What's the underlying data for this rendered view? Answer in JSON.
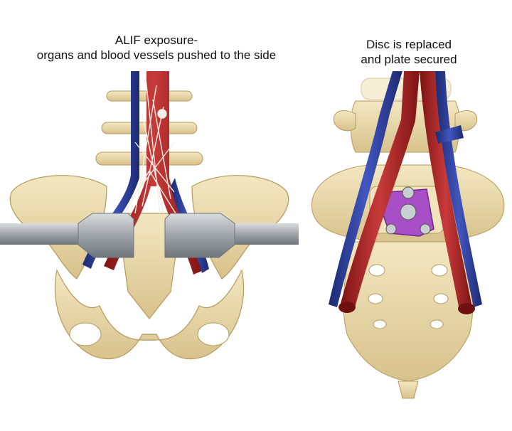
{
  "left_panel": {
    "caption_line1": "ALIF exposure-",
    "caption_line2": "organs and blood vessels pushed to the side"
  },
  "right_panel": {
    "caption_line1": "Disc is replaced",
    "caption_line2": "and plate secured"
  },
  "colors": {
    "bone": "#e9d9a8",
    "bone_shadow": "#c9b27a",
    "artery": "#b32626",
    "vein": "#2e3f9a",
    "nerve": "#f2f0e6",
    "retractor": "#a8adb2",
    "plate": "#a84fc8"
  }
}
